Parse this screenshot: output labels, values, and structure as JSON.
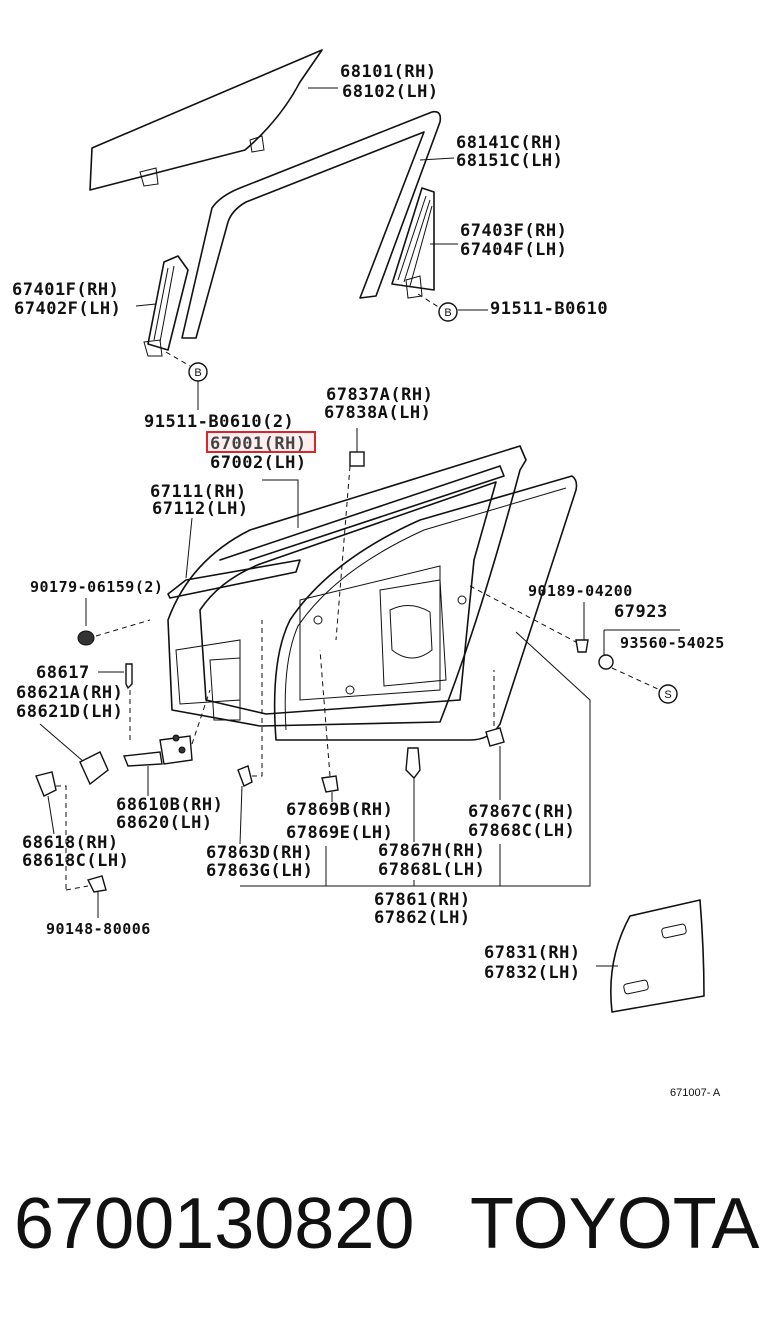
{
  "callouts": {
    "c68101": "68101(RH)",
    "c68102": "68102(LH)",
    "c68141c": "68141C(RH)",
    "c68151c": "68151C(LH)",
    "c67403f": "67403F(RH)",
    "c67404f": "67404F(LH)",
    "c67401f": "67401F(RH)",
    "c67402f": "67402F(LH)",
    "c91511b_right": "91511-B0610",
    "c91511b_2": "91511-B0610(2)",
    "c67837a": "67837A(RH)",
    "c67838a": "67838A(LH)",
    "c67001": "67001(RH)",
    "c67002": "67002(LH)",
    "c67111": "67111(RH)",
    "c67112": "67112(LH)",
    "c90179": "90179-06159(2)",
    "c90189": "90189-04200",
    "c67923": "67923",
    "c93560": "93560-54025",
    "c68617": "68617",
    "c68621a": "68621A(RH)",
    "c68621d": "68621D(LH)",
    "c68610b": "68610B(RH)",
    "c68620": "68620(LH)",
    "c68618": "68618(RH)",
    "c68618c": "68618C(LH)",
    "c67869b": "67869B(RH)",
    "c67869e": "67869E(LH)",
    "c67867c": "67867C(RH)",
    "c67868c": "67868C(LH)",
    "c67863d": "67863D(RH)",
    "c67863g": "67863G(LH)",
    "c67867h": "67867H(RH)",
    "c67868l": "67868L(LH)",
    "c67861": "67861(RH)",
    "c67862": "67862(LH)",
    "c67831": "67831(RH)",
    "c67832": "67832(LH)",
    "c90148": "90148-80006"
  },
  "circle_markers": {
    "b_right": "B",
    "b_left": "B",
    "s_right": "S"
  },
  "highlight": {
    "color": "#d9262b",
    "part": "67001(RH)"
  },
  "diagram_ref": "671007- A",
  "footer": {
    "part_number": "6700130820",
    "brand": "TOYOTA"
  }
}
